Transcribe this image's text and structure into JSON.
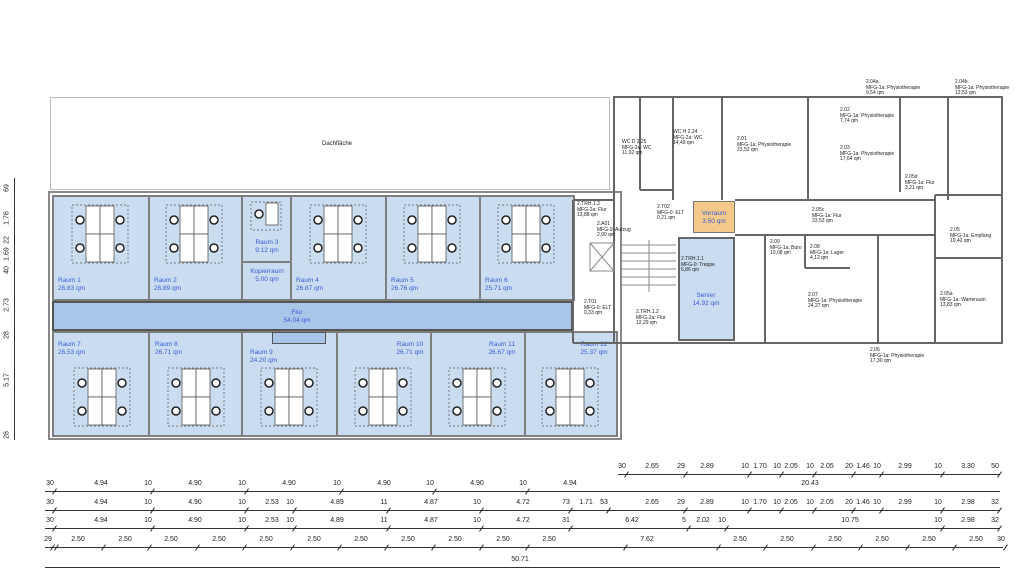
{
  "roof": {
    "label": "Dachfläche"
  },
  "left_wing": {
    "rooms_top": [
      {
        "name": "Raum 1",
        "area": "26.83 qm"
      },
      {
        "name": "Raum 2",
        "area": "26.89 qm"
      },
      {
        "name": "Raum 3",
        "area": "9.12 qm"
      },
      {
        "name": "Kopierraum",
        "area": "5.00 qm"
      },
      {
        "name": "Raum 4",
        "area": "26.87 qm"
      },
      {
        "name": "Raum 5",
        "area": "26.76 qm"
      },
      {
        "name": "Raum 6",
        "area": "25.71 qm"
      }
    ],
    "corridor": {
      "name": "Flur",
      "area": "54.04 qm"
    },
    "rooms_bottom": [
      {
        "name": "Raum 7",
        "area": "26.53 qm"
      },
      {
        "name": "Raum 8",
        "area": "26.71 qm"
      },
      {
        "name": "Raum 9",
        "area": "24.20 qm"
      },
      {
        "name": "Raum 10",
        "area": "26.71 qm"
      },
      {
        "name": "Raum 11",
        "area": "26.67 qm"
      },
      {
        "name": "Raum 12",
        "area": "25.37 qm"
      }
    ]
  },
  "highlighted": {
    "vorraum": {
      "name": "Vorraum",
      "area": "3.50 qm",
      "color": "#f5c98a"
    },
    "server": {
      "name": "Server",
      "area": "14.92 qm",
      "color": "#c9dcf0"
    }
  },
  "right_wing": {
    "rooms": [
      {
        "id": "2.04a",
        "use": "MFG-1a: Physiotherapie",
        "area": "9,54 qm"
      },
      {
        "id": "2.04b",
        "use": "MFG-1a: Physiotherapie",
        "area": "12,53 qm"
      },
      {
        "id": "2.02",
        "use": "MFG-1a: Physiotherapie",
        "area": "7,74 qm"
      },
      {
        "id": "2.01",
        "use": "MFG-1a: Physiotherapie",
        "area": "23,52 qm"
      },
      {
        "id": "2.03",
        "use": "MFG-1a: Physiotherapie",
        "area": "17,64 qm"
      },
      {
        "id": "WC D 2.25",
        "use": "MFG-2a: WC",
        "area": "11,02 qm"
      },
      {
        "id": "WC H 2.24",
        "use": "MFG-2a: WC",
        "area": "14,49 qm"
      },
      {
        "id": "2.05d",
        "use": "MFG-1a: Flur",
        "area": "3,21 qm"
      },
      {
        "id": "2.T02",
        "use": "MFG-0: ELT",
        "area": "0,21 qm"
      },
      {
        "id": "2.05c",
        "use": "MFG-1a: Flur",
        "area": "23,53 qm"
      },
      {
        "id": "2.TRH.1.3",
        "use": "MFG-2a: Flur",
        "area": "13,88 qm"
      },
      {
        "id": "2.A01",
        "use": "MFG-0: Aufzug",
        "area": "2,90 qm"
      },
      {
        "id": "2.05",
        "use": "MFG-1a: Empfang",
        "area": "10,42 qm"
      },
      {
        "id": "2.09",
        "use": "MFG-1a: Büro",
        "area": "10,08 qm"
      },
      {
        "id": "2.08",
        "use": "MFG-1a: Lager",
        "area": "4,12 qm"
      },
      {
        "id": "2.TRH.1.1",
        "use": "MFG-0: Treppe",
        "area": "6,86 qm"
      },
      {
        "id": "2.07",
        "use": "MFG-1a: Physiotherapie",
        "area": "24,27 qm"
      },
      {
        "id": "2.05a",
        "use": "MFG-1a: Warteraum",
        "area": "13,83 qm"
      },
      {
        "id": "2.T01",
        "use": "MFG-0: ELT",
        "area": "0,33 qm"
      },
      {
        "id": "2.TRH.1.2",
        "use": "MFG-2a: Flur",
        "area": "12,29 qm"
      },
      {
        "id": "2.06",
        "use": "MFG-1a: Physiotherapie",
        "area": "17,30 qm"
      }
    ]
  },
  "dimensions": {
    "vertical": [
      "69",
      "1.76",
      "22",
      "1.69",
      "40",
      "2.73",
      "28",
      "5.17",
      "28"
    ],
    "rows": [
      [
        "30",
        "2.65",
        "29",
        "2.89",
        "10",
        "1.70",
        "10",
        "2.05",
        "10",
        "2.05",
        "20",
        "1.46",
        "10",
        "2.99",
        "10",
        "3.30",
        "50"
      ],
      [
        "30",
        "4.94",
        "10",
        "4.90",
        "10",
        "4.90",
        "10",
        "4.90",
        "10",
        "4.90",
        "10",
        "4.94",
        "20.43"
      ],
      [
        "30",
        "4.94",
        "10",
        "4.90",
        "10",
        "2.53",
        "10",
        "4.89",
        "11",
        "4.87",
        "10",
        "4.72",
        "73",
        "1.71",
        "53",
        "2.65",
        "29",
        "2.89",
        "10",
        "1.70",
        "10",
        "2.05",
        "10",
        "2.05",
        "20",
        "1.46",
        "10",
        "2.99",
        "10",
        "2.98",
        "32"
      ],
      [
        "30",
        "4.94",
        "10",
        "4.90",
        "10",
        "2.53",
        "10",
        "4.89",
        "11",
        "4.87",
        "10",
        "4.72",
        "31",
        "6.42",
        "5",
        "2.02",
        "10",
        "10.75",
        "10",
        "2.98",
        "32"
      ],
      [
        "29",
        "2.50",
        "2.50",
        "2.50",
        "2.50",
        "2.50",
        "2.50",
        "2.50",
        "2.50",
        "2.50",
        "2.50",
        "2.50",
        "7.62",
        "2.50",
        "2.50",
        "2.50",
        "2.50",
        "2.50",
        "2.50",
        "30"
      ],
      [
        "50.71"
      ]
    ]
  }
}
